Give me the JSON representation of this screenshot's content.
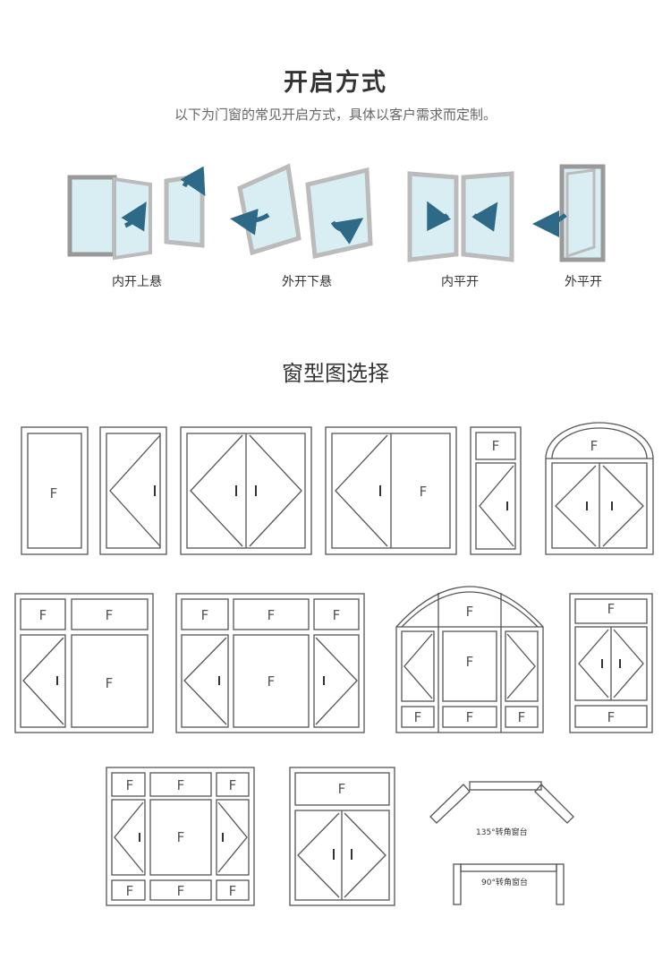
{
  "header": {
    "title": "开启方式",
    "subtitle": "以下为门窗的常见开启方式，具体以客户需求而定制。"
  },
  "opening_types": [
    {
      "label": "内开上悬",
      "icon": "inward-top-hung-window-icon"
    },
    {
      "label": "外开下悬",
      "icon": "outward-bottom-hung-window-icon"
    },
    {
      "label": "内平开",
      "icon": "inward-casement-window-icon"
    },
    {
      "label": "外平开",
      "icon": "outward-casement-window-icon"
    }
  ],
  "section2": {
    "title": "窗型图选择"
  },
  "fixed_mark": "F",
  "corner_labels": {
    "c135": "135°转角窗台",
    "c90": "90°转角窗台"
  },
  "colors": {
    "frame": "#555555",
    "glass": "#d8eef2",
    "arrow": "#2e6a87"
  }
}
